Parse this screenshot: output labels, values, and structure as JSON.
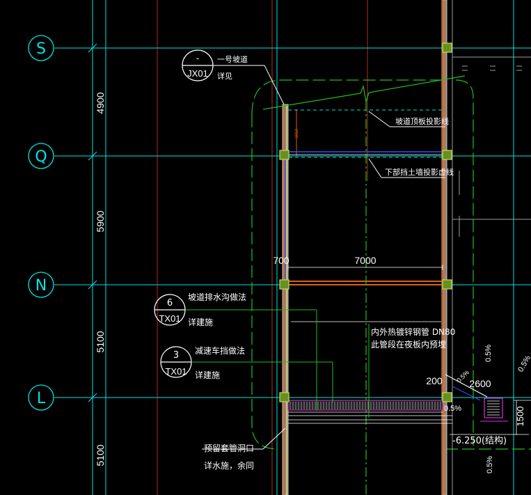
{
  "grid_axes": [
    {
      "label": "S"
    },
    {
      "label": "Q"
    },
    {
      "label": "N"
    },
    {
      "label": "L"
    }
  ],
  "dimensions": {
    "d4900": "4900",
    "d5900": "5900",
    "d5100a": "5100",
    "d5100b": "5100",
    "w700": "700",
    "w7000": "7000",
    "w200": "200",
    "w2600": "2600",
    "h1500": "1500"
  },
  "detail_callouts": [
    {
      "number": "-",
      "sheet": "JX01",
      "title": "一号坡道",
      "note": "详见"
    },
    {
      "number": "6",
      "sheet": "TX01",
      "title": "坡道排水沟做法",
      "note": "详建施"
    },
    {
      "number": "3",
      "sheet": "TX01",
      "title": "减速车挡做法",
      "note": "详建施"
    }
  ],
  "annotations": {
    "ramp_roof_projection": "坡道顶板投影线",
    "retaining_wall_projection": "下部挡土墙投影虚线",
    "pipe_line1": "内外热镀锌钢管  DN80",
    "pipe_line2": "此管段在夜板内预埋",
    "reserved_sleeve1": "预留套管洞口",
    "reserved_sleeve2": "详水施，余同",
    "elevation": "-6.250(结构)",
    "slope1": "0.5%",
    "slope2": "0.5%",
    "slope3": "0.5%",
    "slope4": "0.5%",
    "slope5": "0.5%",
    "small_dim": "1012"
  },
  "colors": {
    "background": "#000000",
    "grid_cyan": "#00e5e5",
    "axis_red": "#b03020",
    "wall_orange": "#e06010",
    "green_line": "#20c020",
    "column_green": "#8bc34a",
    "callout_white": "#ffffff",
    "blue_line": "#3050ff",
    "magenta": "#e030e0"
  }
}
